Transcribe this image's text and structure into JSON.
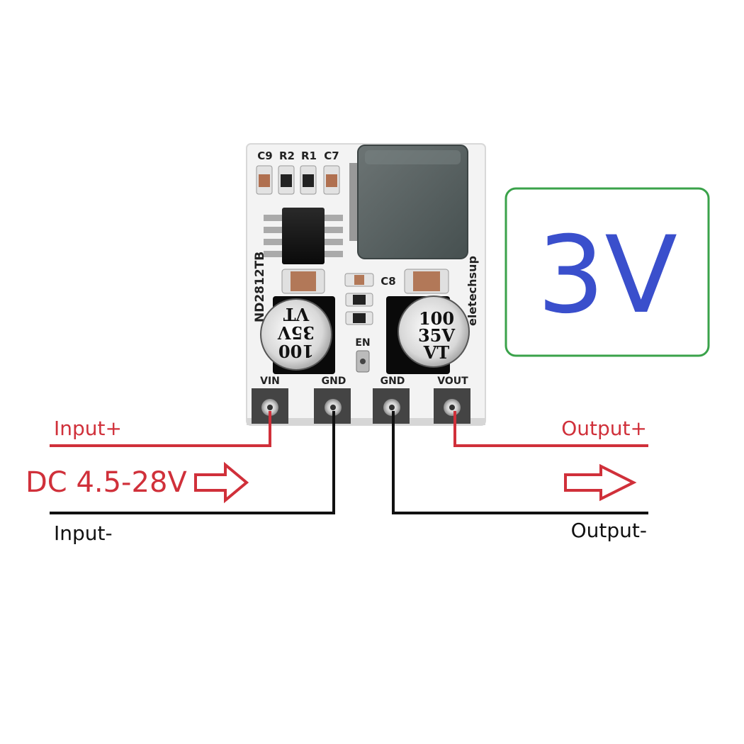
{
  "board": {
    "part_labels": [
      "C9",
      "R2",
      "R1",
      "C7"
    ],
    "c8_label": "C8",
    "model": "ND2812TB",
    "brand": "eletechsup",
    "en_label": "EN",
    "pins": [
      "VIN",
      "GND",
      "GND",
      "VOUT"
    ],
    "cap_left": [
      "100",
      "35V",
      "VT"
    ],
    "cap_right": [
      "100",
      "35V",
      "VT"
    ]
  },
  "output_voltage_label": "3V",
  "wiring": {
    "input_plus": "Input+",
    "input_voltage": "DC 4.5-28V",
    "input_minus": "Input-",
    "output_plus": "Output+",
    "output_minus": "Output-"
  },
  "colors": {
    "positive_wire": "#d0303a",
    "negative_wire": "#111111",
    "voltage_text": "#3a4fcc",
    "voltage_box": "#3aa24a",
    "board": "#f4f4f4",
    "inductor": "#5a6262"
  }
}
